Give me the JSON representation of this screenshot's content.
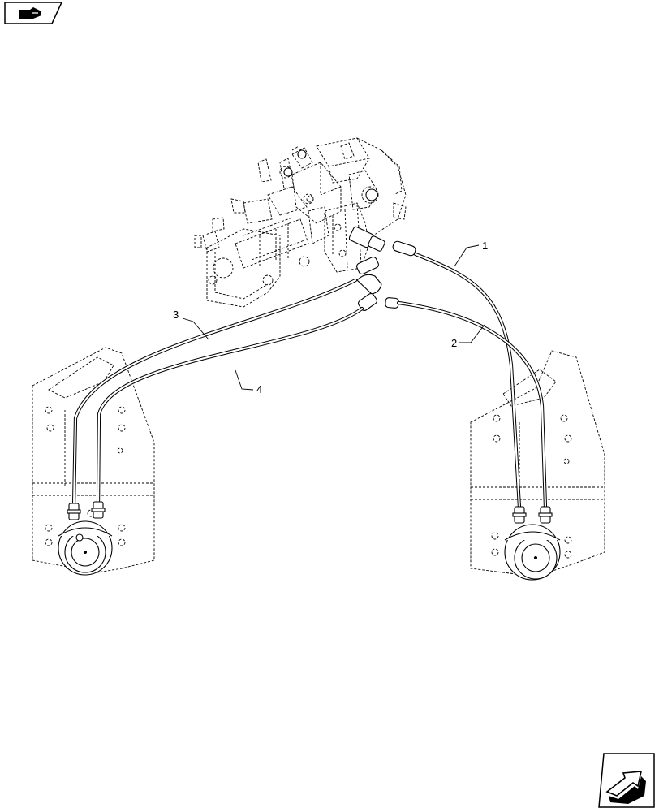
{
  "nav": {
    "prev_icon": "hand-pointing-icon",
    "next_icon": "forward-arrow-icon"
  },
  "callouts": [
    {
      "id": "1",
      "text": "1"
    },
    {
      "id": "2",
      "text": "2"
    },
    {
      "id": "3",
      "text": "3"
    },
    {
      "id": "4",
      "text": "4"
    }
  ]
}
